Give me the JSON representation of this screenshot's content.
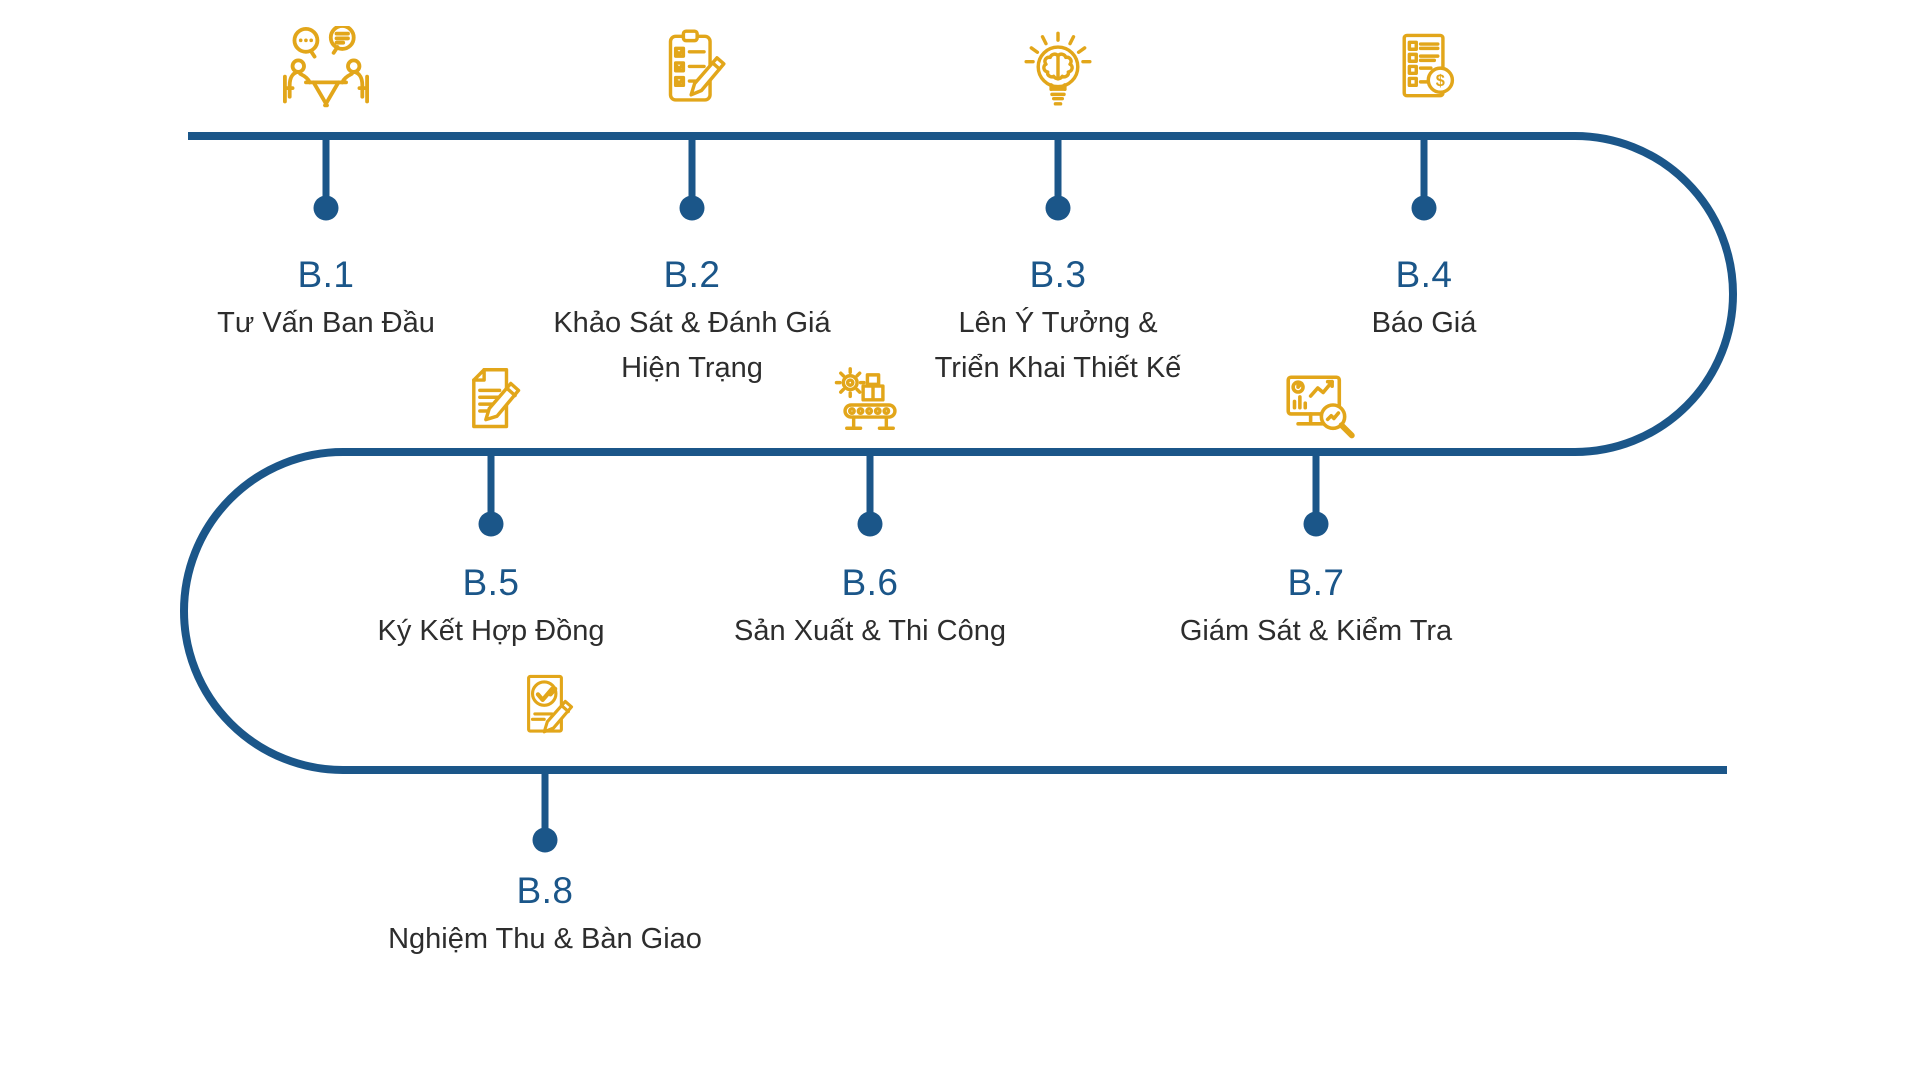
{
  "colors": {
    "blue": "#1B5689",
    "gold": "#E2A61A",
    "text": "#2D2D2D",
    "background": "#FFFFFF"
  },
  "timeline": {
    "shape": "serpentine-3-rows",
    "node_count": 8
  },
  "steps": [
    {
      "id": "B.1",
      "lines": [
        "Tư Vấn Ban Đầu"
      ],
      "icon": "consultation-icon"
    },
    {
      "id": "B.2",
      "lines": [
        "Khảo Sát & Đánh Giá",
        "Hiện Trạng"
      ],
      "icon": "survey-checklist-icon"
    },
    {
      "id": "B.3",
      "lines": [
        "Lên Ý Tưởng &",
        "Triển Khai Thiết Kế"
      ],
      "icon": "idea-design-icon"
    },
    {
      "id": "B.4",
      "lines": [
        "Báo Giá"
      ],
      "icon": "quotation-icon"
    },
    {
      "id": "B.5",
      "lines": [
        "Ký Kết Hợp Đồng"
      ],
      "icon": "contract-signing-icon"
    },
    {
      "id": "B.6",
      "lines": [
        "Sản Xuất & Thi Công"
      ],
      "icon": "production-icon"
    },
    {
      "id": "B.7",
      "lines": [
        "Giám Sát & Kiểm Tra"
      ],
      "icon": "supervision-icon"
    },
    {
      "id": "B.8",
      "lines": [
        "Nghiệm Thu & Bàn Giao"
      ],
      "icon": "acceptance-handover-icon"
    },
    {
      "id_glyph_b4_dollar": "$"
    }
  ]
}
